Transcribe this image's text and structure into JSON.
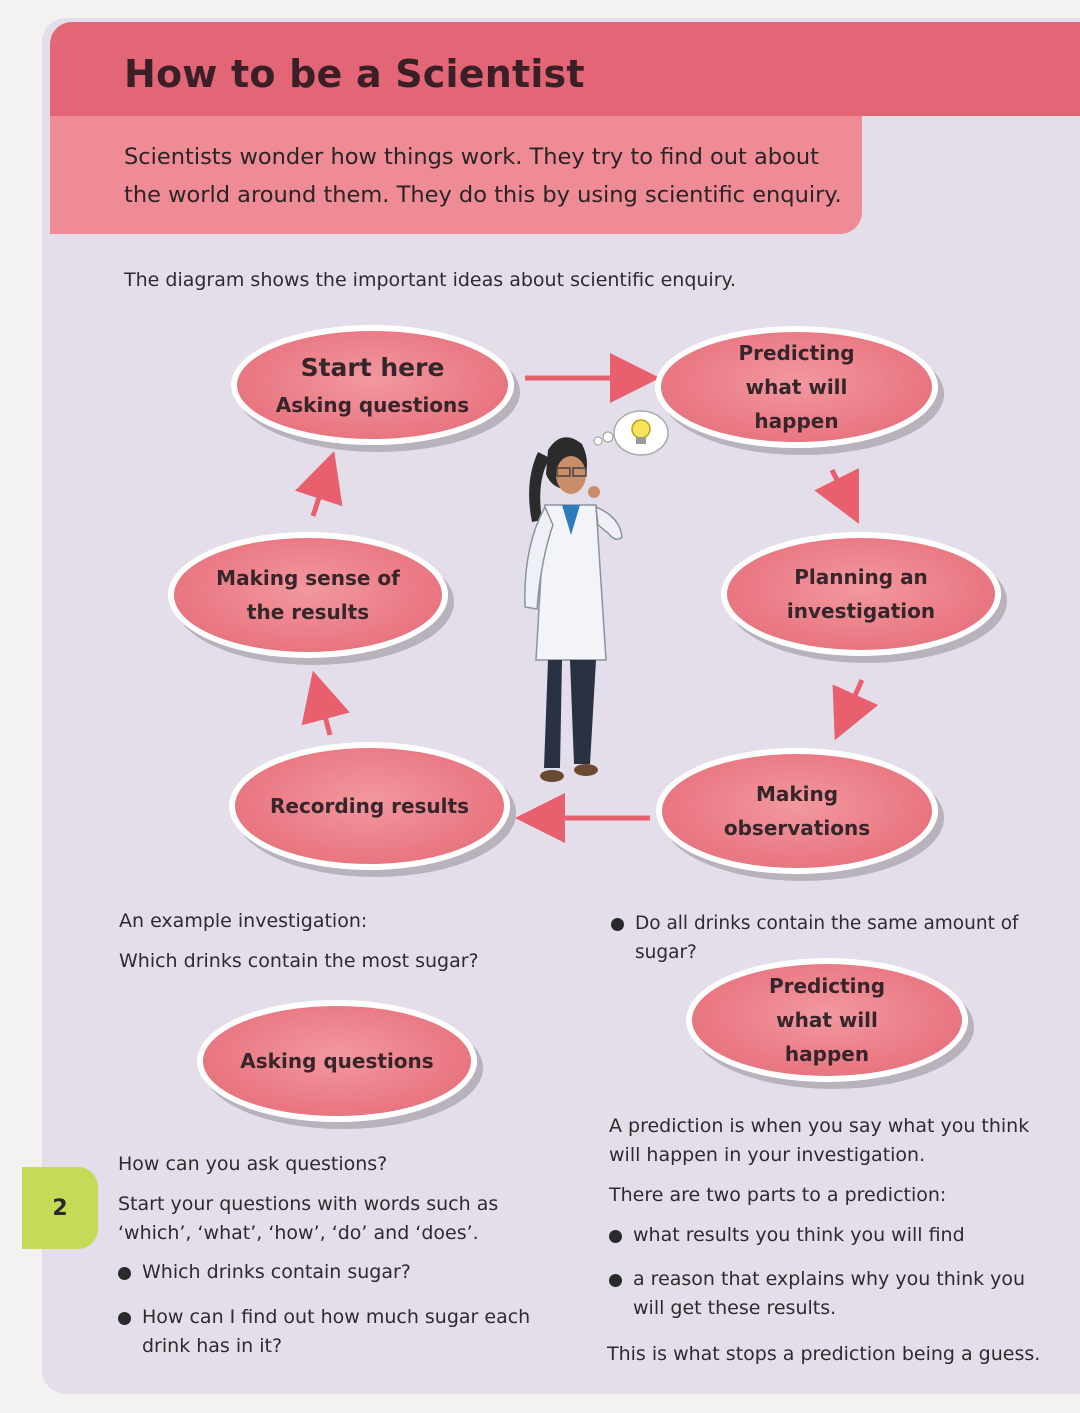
{
  "page": {
    "title": "How to be a Scientist",
    "intro": "Scientists wonder how things work. They try to find out about the world around them. They do this by using scientific enquiry.",
    "diagram_caption": "The diagram shows the important ideas about scientific enquiry.",
    "page_number": "2"
  },
  "cycle": {
    "start_heading": "Start here",
    "start_label": "Asking questions",
    "predicting": "Predicting what will happen",
    "planning": "Planning an investigation",
    "observing": "Making observations",
    "recording": "Recording results",
    "making_sense": "Making sense of the results"
  },
  "example": {
    "intro": "An example investigation:",
    "question": "Which drinks contain the most sugar?",
    "asking_oval": "Asking questions",
    "how_ask": "How can you ask questions?",
    "start_words": "Start your questions with words such as ‘which’, ‘what’, ‘how’, ‘do’ and ‘does’.",
    "bullets_left": [
      "Which drinks contain sugar?",
      "How can I find out how much sugar each drink has in it?"
    ],
    "bullet_top_right": "Do all drinks contain the same amount of sugar?",
    "predicting_oval": "Predicting what will happen",
    "prediction_def": "A prediction is when you say what you think will happen in your investigation.",
    "two_parts": "There are two parts to a prediction:",
    "bullets_right": [
      "what results you think you will find",
      "a reason that explains why you think you will get these results."
    ],
    "stops_guess": "This is what stops a prediction being a guess."
  },
  "colors": {
    "title_bar": "#e36676",
    "intro_box": "#ee8b95",
    "oval_fill": "#ea7a84",
    "arrow": "#e8606e",
    "panel": "#e3deea",
    "page_tab": "#c6da5a"
  },
  "icons": [
    "arrow-right-icon",
    "arrow-down-icon",
    "arrow-left-icon",
    "arrow-up-icon",
    "lightbulb-icon",
    "scientist-illustration"
  ]
}
